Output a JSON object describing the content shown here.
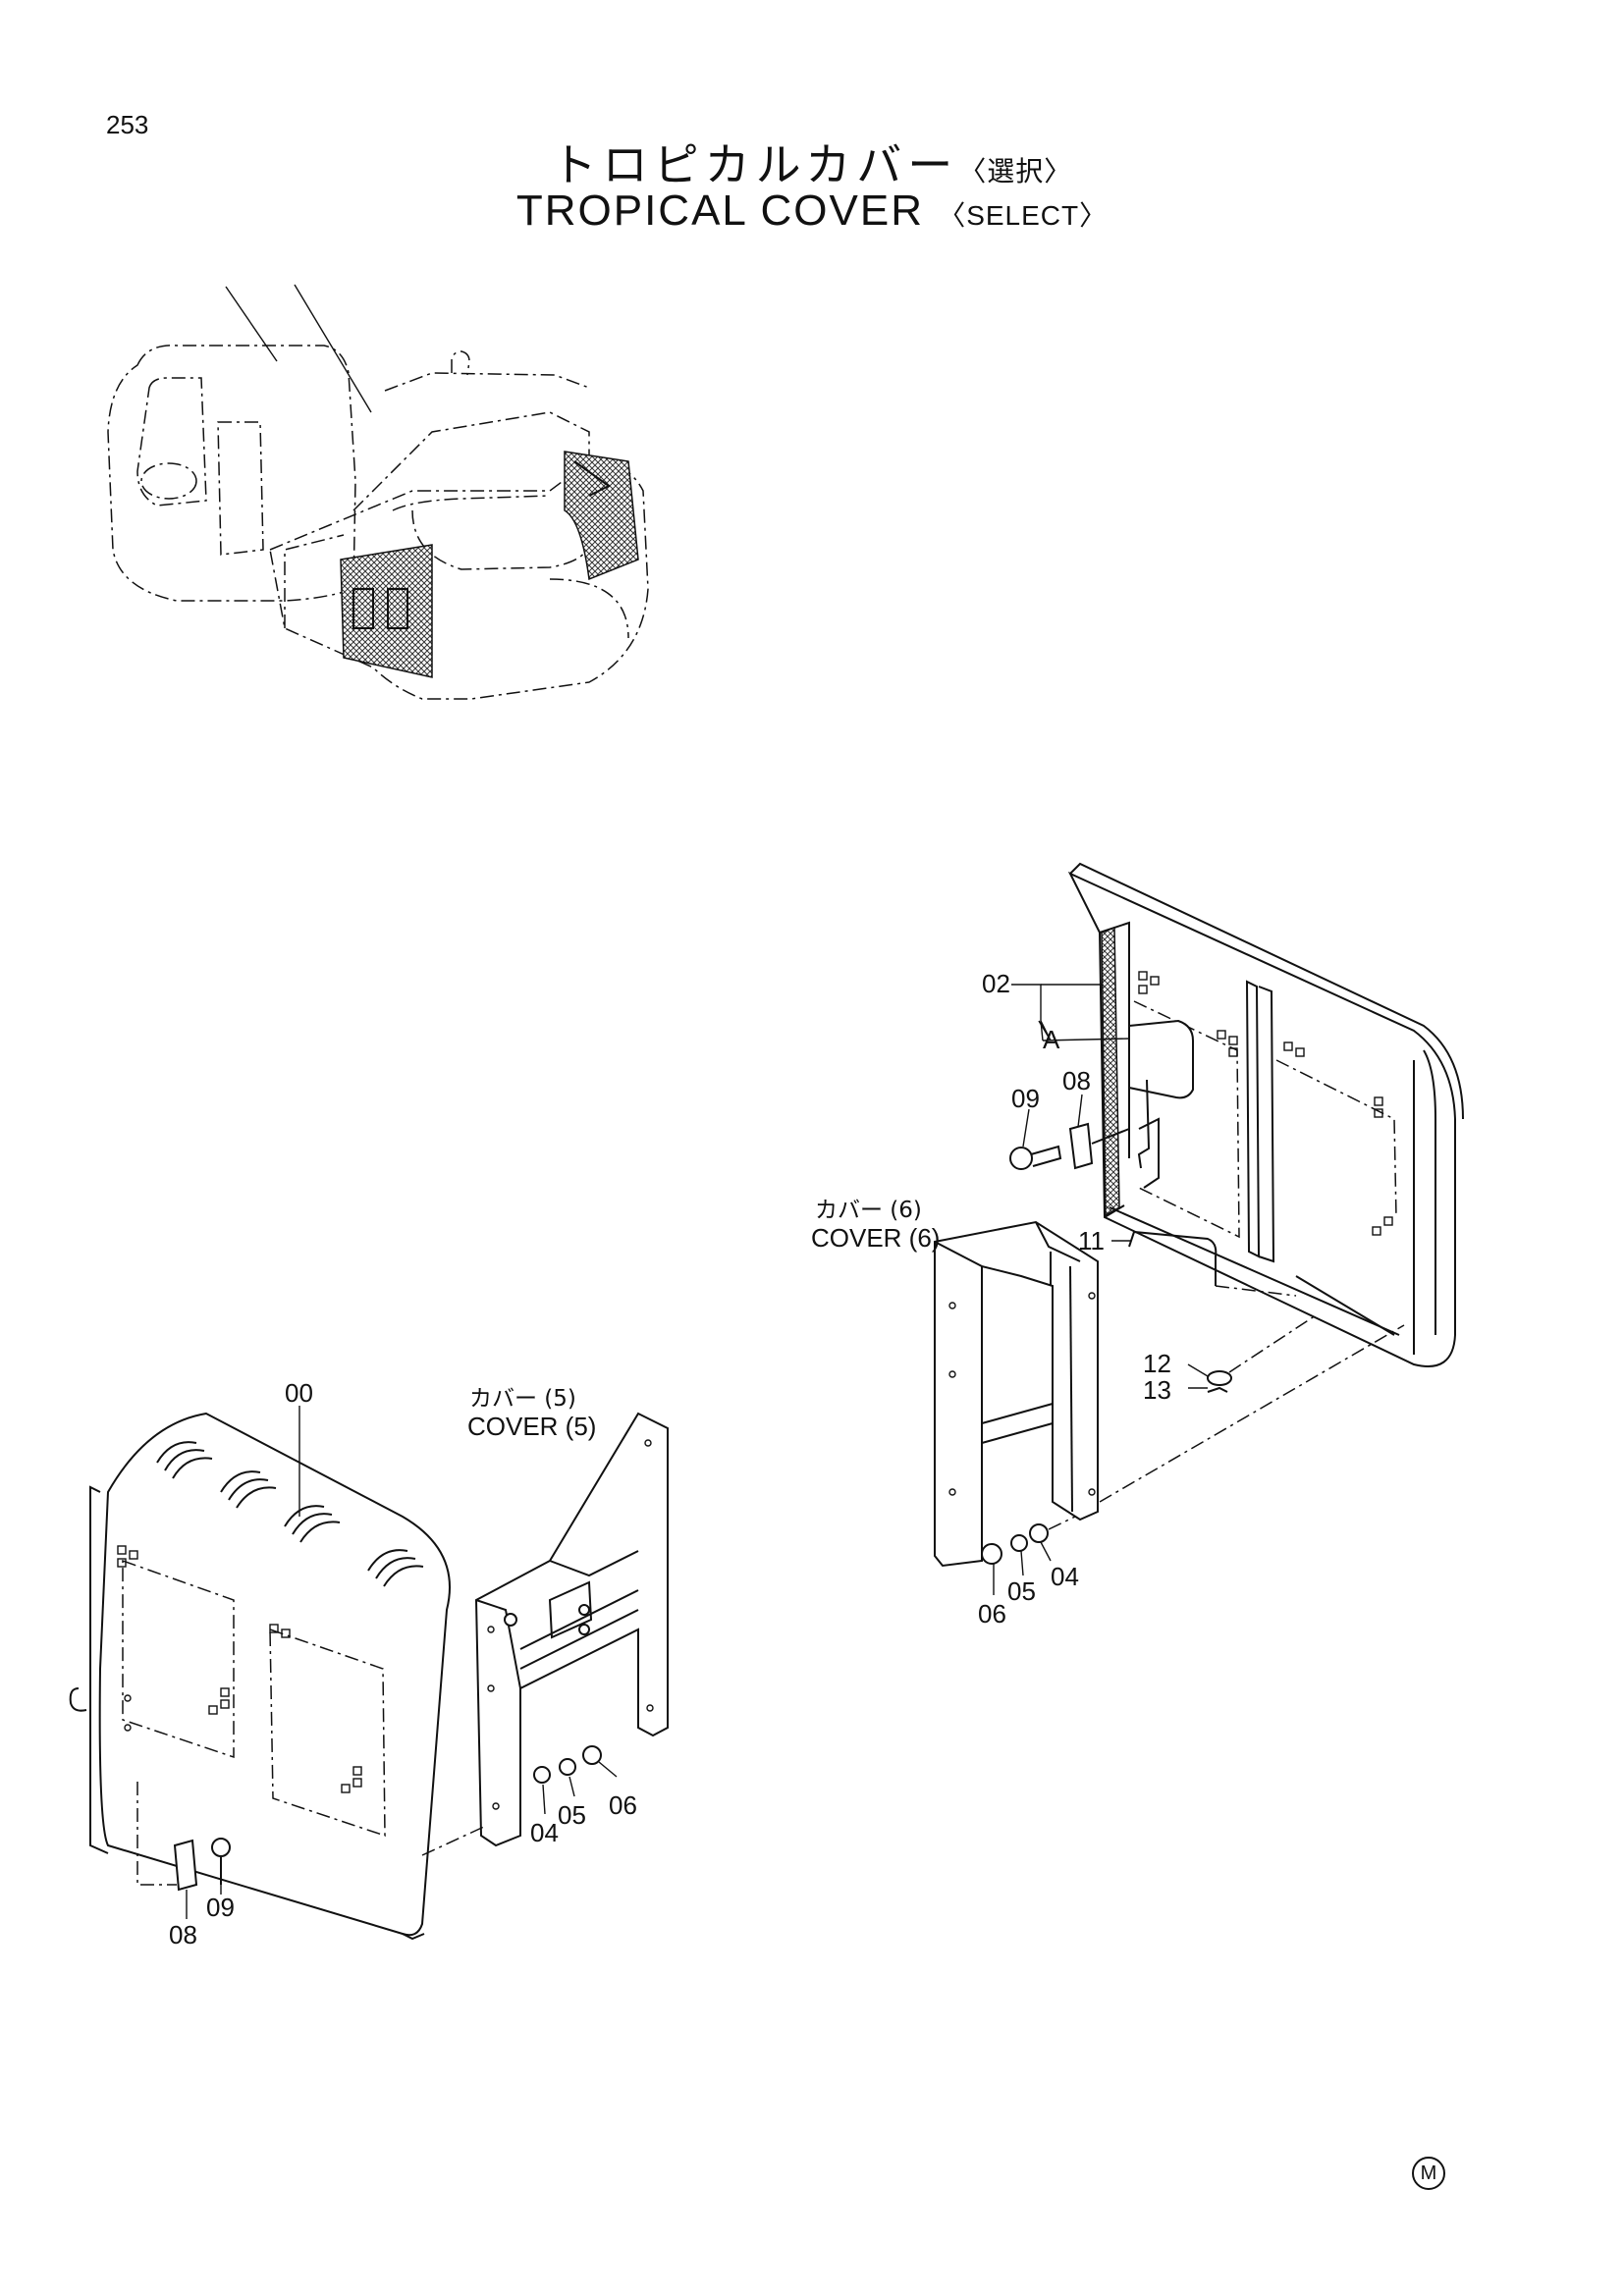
{
  "page": {
    "number": "253",
    "title_jp": "トロピカルカバー",
    "title_jp_select": "〈選択〉",
    "title_en": "TROPICAL COVER",
    "title_en_select": "〈SELECT〉",
    "corner_mark": "M"
  },
  "callouts": {
    "right": {
      "p02": "02",
      "pA": "A",
      "p08": "08",
      "p09": "09",
      "cover6_jp": "カバー (6)",
      "cover6_en": "COVER (6)",
      "p11": "11",
      "p12": "12",
      "p13": "13",
      "p04": "04",
      "p05": "05",
      "p06": "06"
    },
    "left": {
      "p00": "00",
      "cover5_jp": "カバー (5)",
      "cover5_en": "COVER (5)",
      "p04": "04",
      "p05": "05",
      "p06": "06",
      "p08": "08",
      "p09": "09"
    }
  }
}
